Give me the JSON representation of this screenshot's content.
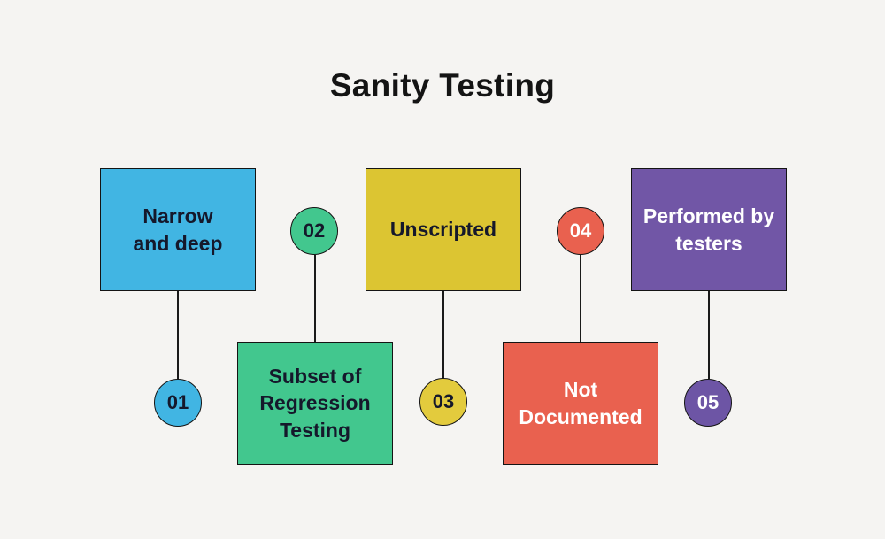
{
  "title": "Sanity Testing",
  "colors": {
    "background": "#f5f4f2",
    "line": "#1a1a1a",
    "border": "#141414",
    "dark_text": "#15182b",
    "light_text": "#ffffff"
  },
  "items": [
    {
      "number": "01",
      "label": "Narrow\nand deep",
      "box_color": "#41b5e3",
      "circle_color": "#41b5e3",
      "box_text_color": "#15182b",
      "circle_text_color": "#15182b"
    },
    {
      "number": "02",
      "label": "Subset of\nRegression\nTesting",
      "box_color": "#42c78e",
      "circle_color": "#42c78e",
      "box_text_color": "#15182b",
      "circle_text_color": "#15182b"
    },
    {
      "number": "03",
      "label": "Unscripted",
      "box_color": "#dcc532",
      "circle_color": "#e3cb3d",
      "box_text_color": "#15182b",
      "circle_text_color": "#15182b"
    },
    {
      "number": "04",
      "label": "Not\nDocumented",
      "box_color": "#e9614f",
      "circle_color": "#e9614f",
      "box_text_color": "#ffffff",
      "circle_text_color": "#ffffff"
    },
    {
      "number": "05",
      "label": "Performed by\ntesters",
      "box_color": "#7156a6",
      "circle_color": "#6d55a5",
      "box_text_color": "#ffffff",
      "circle_text_color": "#ffffff"
    }
  ]
}
